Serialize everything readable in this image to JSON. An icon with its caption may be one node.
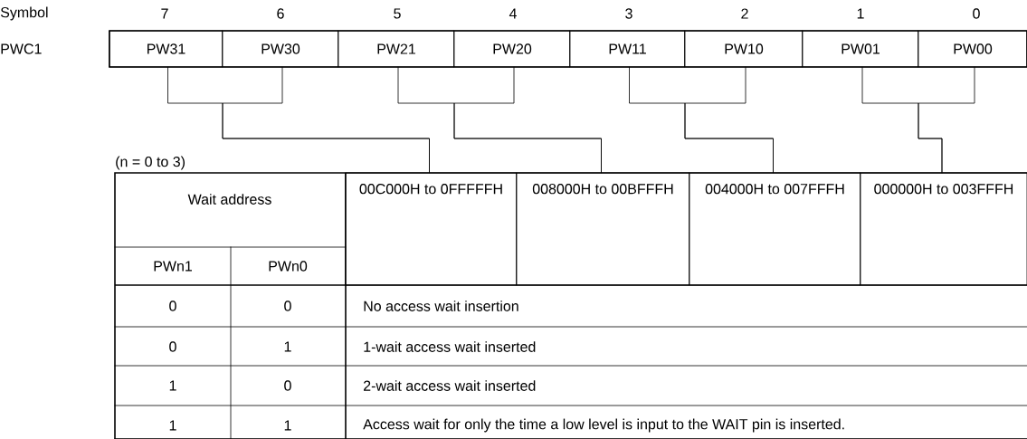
{
  "diagram": {
    "nodes": [
      {
        "text": [
          "PW31"
        ]
      },
      {
        "text": [
          "PW30"
        ]
      },
      {
        "text": [
          "PW21"
        ]
      },
      {
        "text": [
          "PW20"
        ]
      },
      {
        "text": [
          "PW11"
        ]
      },
      {
        "text": [
          "PW10"
        ]
      },
      {
        "text": [
          "PW01"
        ]
      },
      {
        "text": [
          "PW00"
        ]
      },
      {
        "text": [
          "00C000H to 0FFFFFH"
        ]
      },
      {
        "text": [
          "008000H to 00BFFFH"
        ]
      },
      {
        "text": [
          "004000H to 007FFFH"
        ]
      },
      {
        "text": [
          "000000H to 003FFFH"
        ]
      }
    ],
    "edges": [
      {
        "from": 0,
        "to": 8,
        "arrow": "none"
      },
      {
        "from": 1,
        "to": 8,
        "arrow": "none"
      },
      {
        "from": 2,
        "to": 9,
        "arrow": "none"
      },
      {
        "from": 3,
        "to": 9,
        "arrow": "none"
      },
      {
        "from": 4,
        "to": 10,
        "arrow": "none"
      },
      {
        "from": 5,
        "to": 10,
        "arrow": "none"
      },
      {
        "from": 6,
        "to": 11,
        "arrow": "none"
      },
      {
        "from": 7,
        "to": 11,
        "arrow": "none"
      }
    ],
    "labels": [
      "Symbol",
      "7",
      "6",
      "5",
      "4",
      "3",
      "2",
      "1",
      "0",
      "PWC1",
      "(n = 0 to 3)",
      "Wait address",
      "PWn1",
      "PWn0",
      "0",
      "0",
      "No access wait insertion",
      "0",
      "1",
      "1-wait access wait inserted",
      "1",
      "0",
      "2-wait access wait inserted",
      "1",
      "1",
      "Access wait for only the time a low level is input to the WAIT pin is inserted."
    ]
  }
}
